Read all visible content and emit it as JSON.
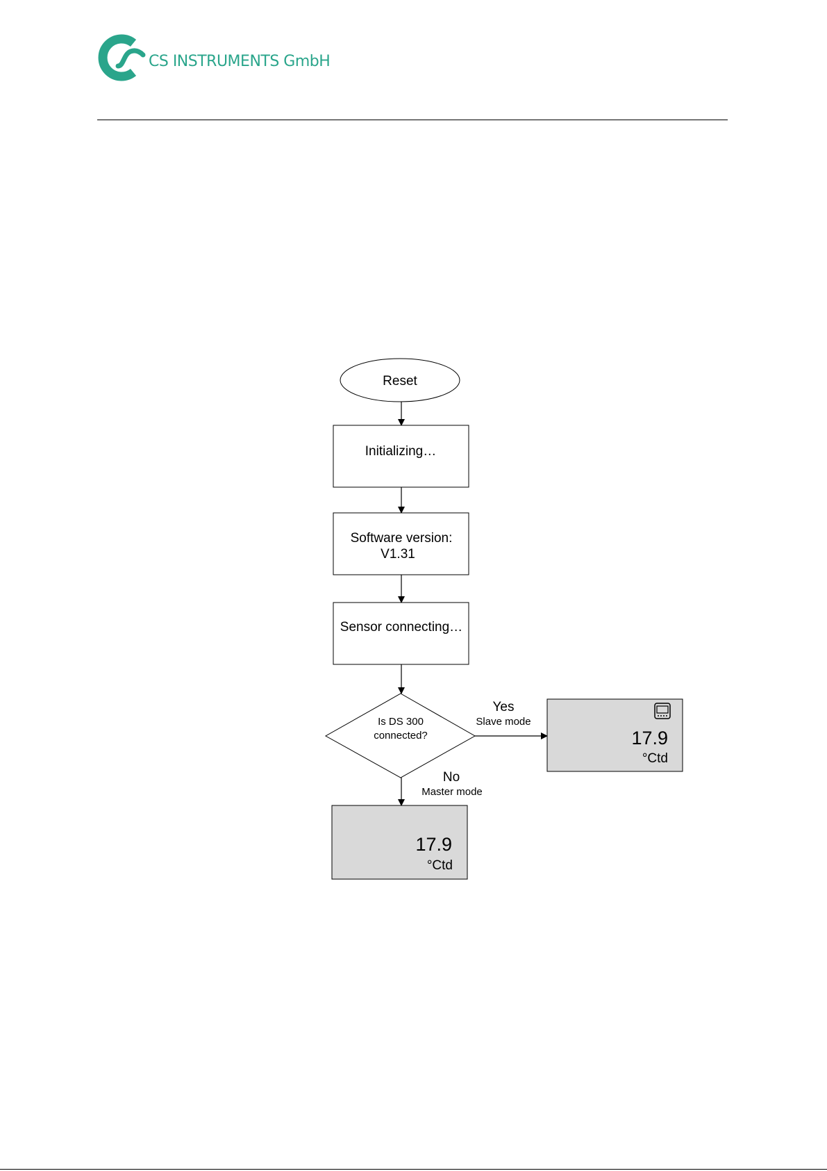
{
  "header": {
    "brand": "CS INSTRUMENTS GmbH",
    "brand_color": "#2aa58b"
  },
  "flowchart": {
    "start": "Reset",
    "step_initializing": "Initializing…",
    "step_software_line1": "Software version:",
    "step_software_line2": "V1.31",
    "step_sensor": "Sensor connecting…",
    "decision_line1": "Is DS 300",
    "decision_line2": "connected?",
    "yes_label": "Yes",
    "yes_sub": "Slave mode",
    "no_label": "No",
    "no_sub": "Master mode",
    "slave_display": {
      "value": "17.9",
      "unit": "°Ctd",
      "icon": "device-icon"
    },
    "master_display": {
      "value": "17.9",
      "unit": "°Ctd"
    },
    "display_fill": "#d9d9d9"
  }
}
